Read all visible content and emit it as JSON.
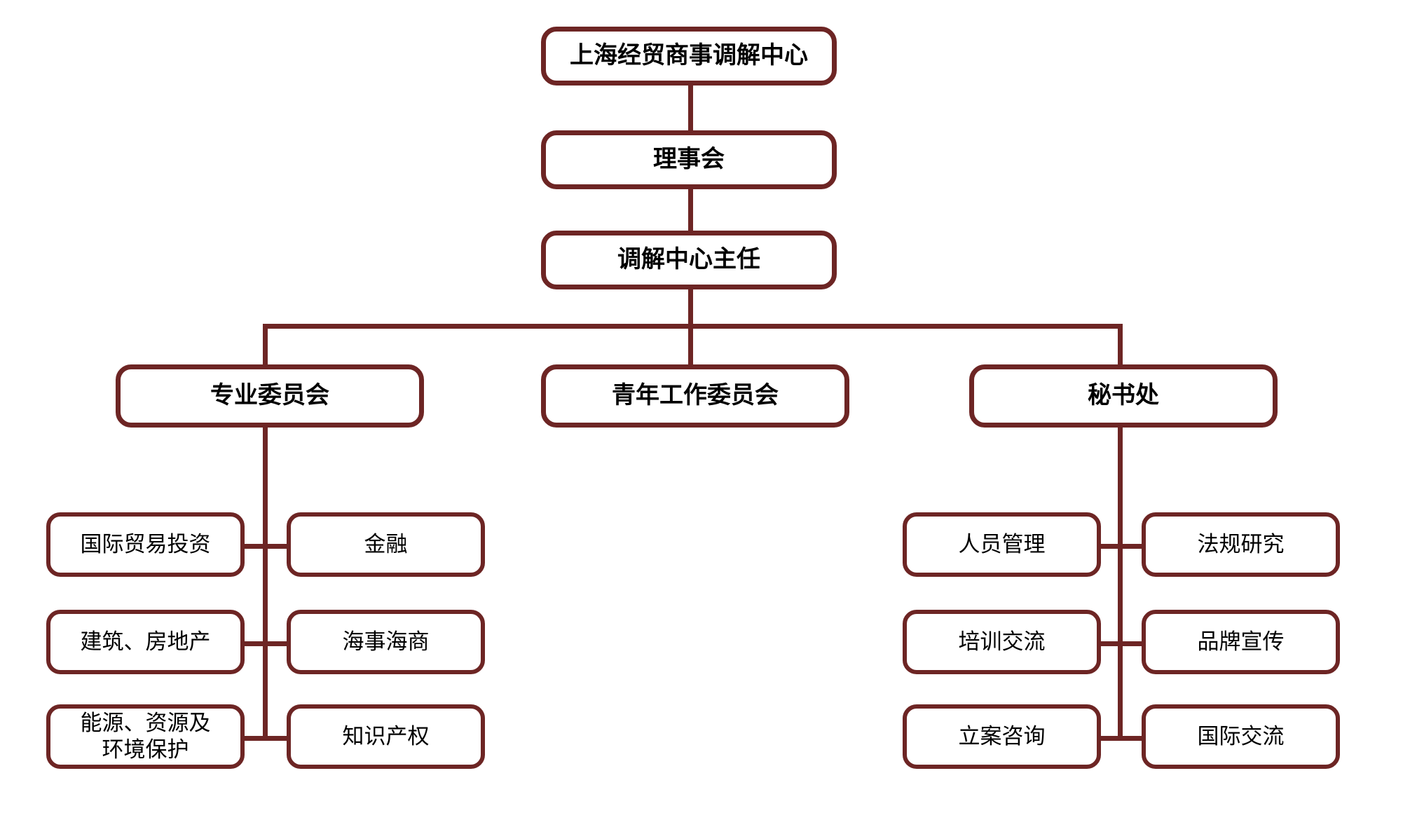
{
  "diagram": {
    "title_text": "上海经贸商事调解中心",
    "type": "org-chart",
    "accent_color": "#6d2524",
    "background_color": "#ffffff",
    "text_color": "#000000"
  },
  "nodes": {
    "root": {
      "label": "上海经贸商事调解中心"
    },
    "board": {
      "label": "理事会"
    },
    "director": {
      "label": "调解中心主任"
    },
    "branch_left": {
      "label": "专业委员会"
    },
    "branch_center": {
      "label": "青年工作委员会"
    },
    "branch_right": {
      "label": "秘书处"
    },
    "left_children": [
      {
        "label": "国际贸易投资"
      },
      {
        "label": "金融"
      },
      {
        "label": "建筑、房地产"
      },
      {
        "label": "海事海商"
      },
      {
        "label": "能源、资源及\n环境保护"
      },
      {
        "label": "知识产权"
      }
    ],
    "right_children": [
      {
        "label": "人员管理"
      },
      {
        "label": "法规研究"
      },
      {
        "label": "培训交流"
      },
      {
        "label": "品牌宣传"
      },
      {
        "label": "立案咨询"
      },
      {
        "label": "国际交流"
      }
    ]
  },
  "chart_data": {
    "type": "table",
    "title": "上海经贸商事调解中心 组织架构图",
    "hierarchy": [
      {
        "level": 1,
        "name": "上海经贸商事调解中心",
        "children": [
          {
            "level": 2,
            "name": "理事会",
            "children": [
              {
                "level": 3,
                "name": "调解中心主任",
                "children": [
                  {
                    "level": 4,
                    "name": "专业委员会",
                    "children": [
                      {
                        "level": 5,
                        "name": "国际贸易投资"
                      },
                      {
                        "level": 5,
                        "name": "金融"
                      },
                      {
                        "level": 5,
                        "name": "建筑、房地产"
                      },
                      {
                        "level": 5,
                        "name": "海事海商"
                      },
                      {
                        "level": 5,
                        "name": "能源、资源及环境保护"
                      },
                      {
                        "level": 5,
                        "name": "知识产权"
                      }
                    ]
                  },
                  {
                    "level": 4,
                    "name": "青年工作委员会",
                    "children": []
                  },
                  {
                    "level": 4,
                    "name": "秘书处",
                    "children": [
                      {
                        "level": 5,
                        "name": "人员管理"
                      },
                      {
                        "level": 5,
                        "name": "法规研究"
                      },
                      {
                        "level": 5,
                        "name": "培训交流"
                      },
                      {
                        "level": 5,
                        "name": "品牌宣传"
                      },
                      {
                        "level": 5,
                        "name": "立案咨询"
                      },
                      {
                        "level": 5,
                        "name": "国际交流"
                      }
                    ]
                  }
                ]
              }
            ]
          }
        ]
      }
    ]
  }
}
